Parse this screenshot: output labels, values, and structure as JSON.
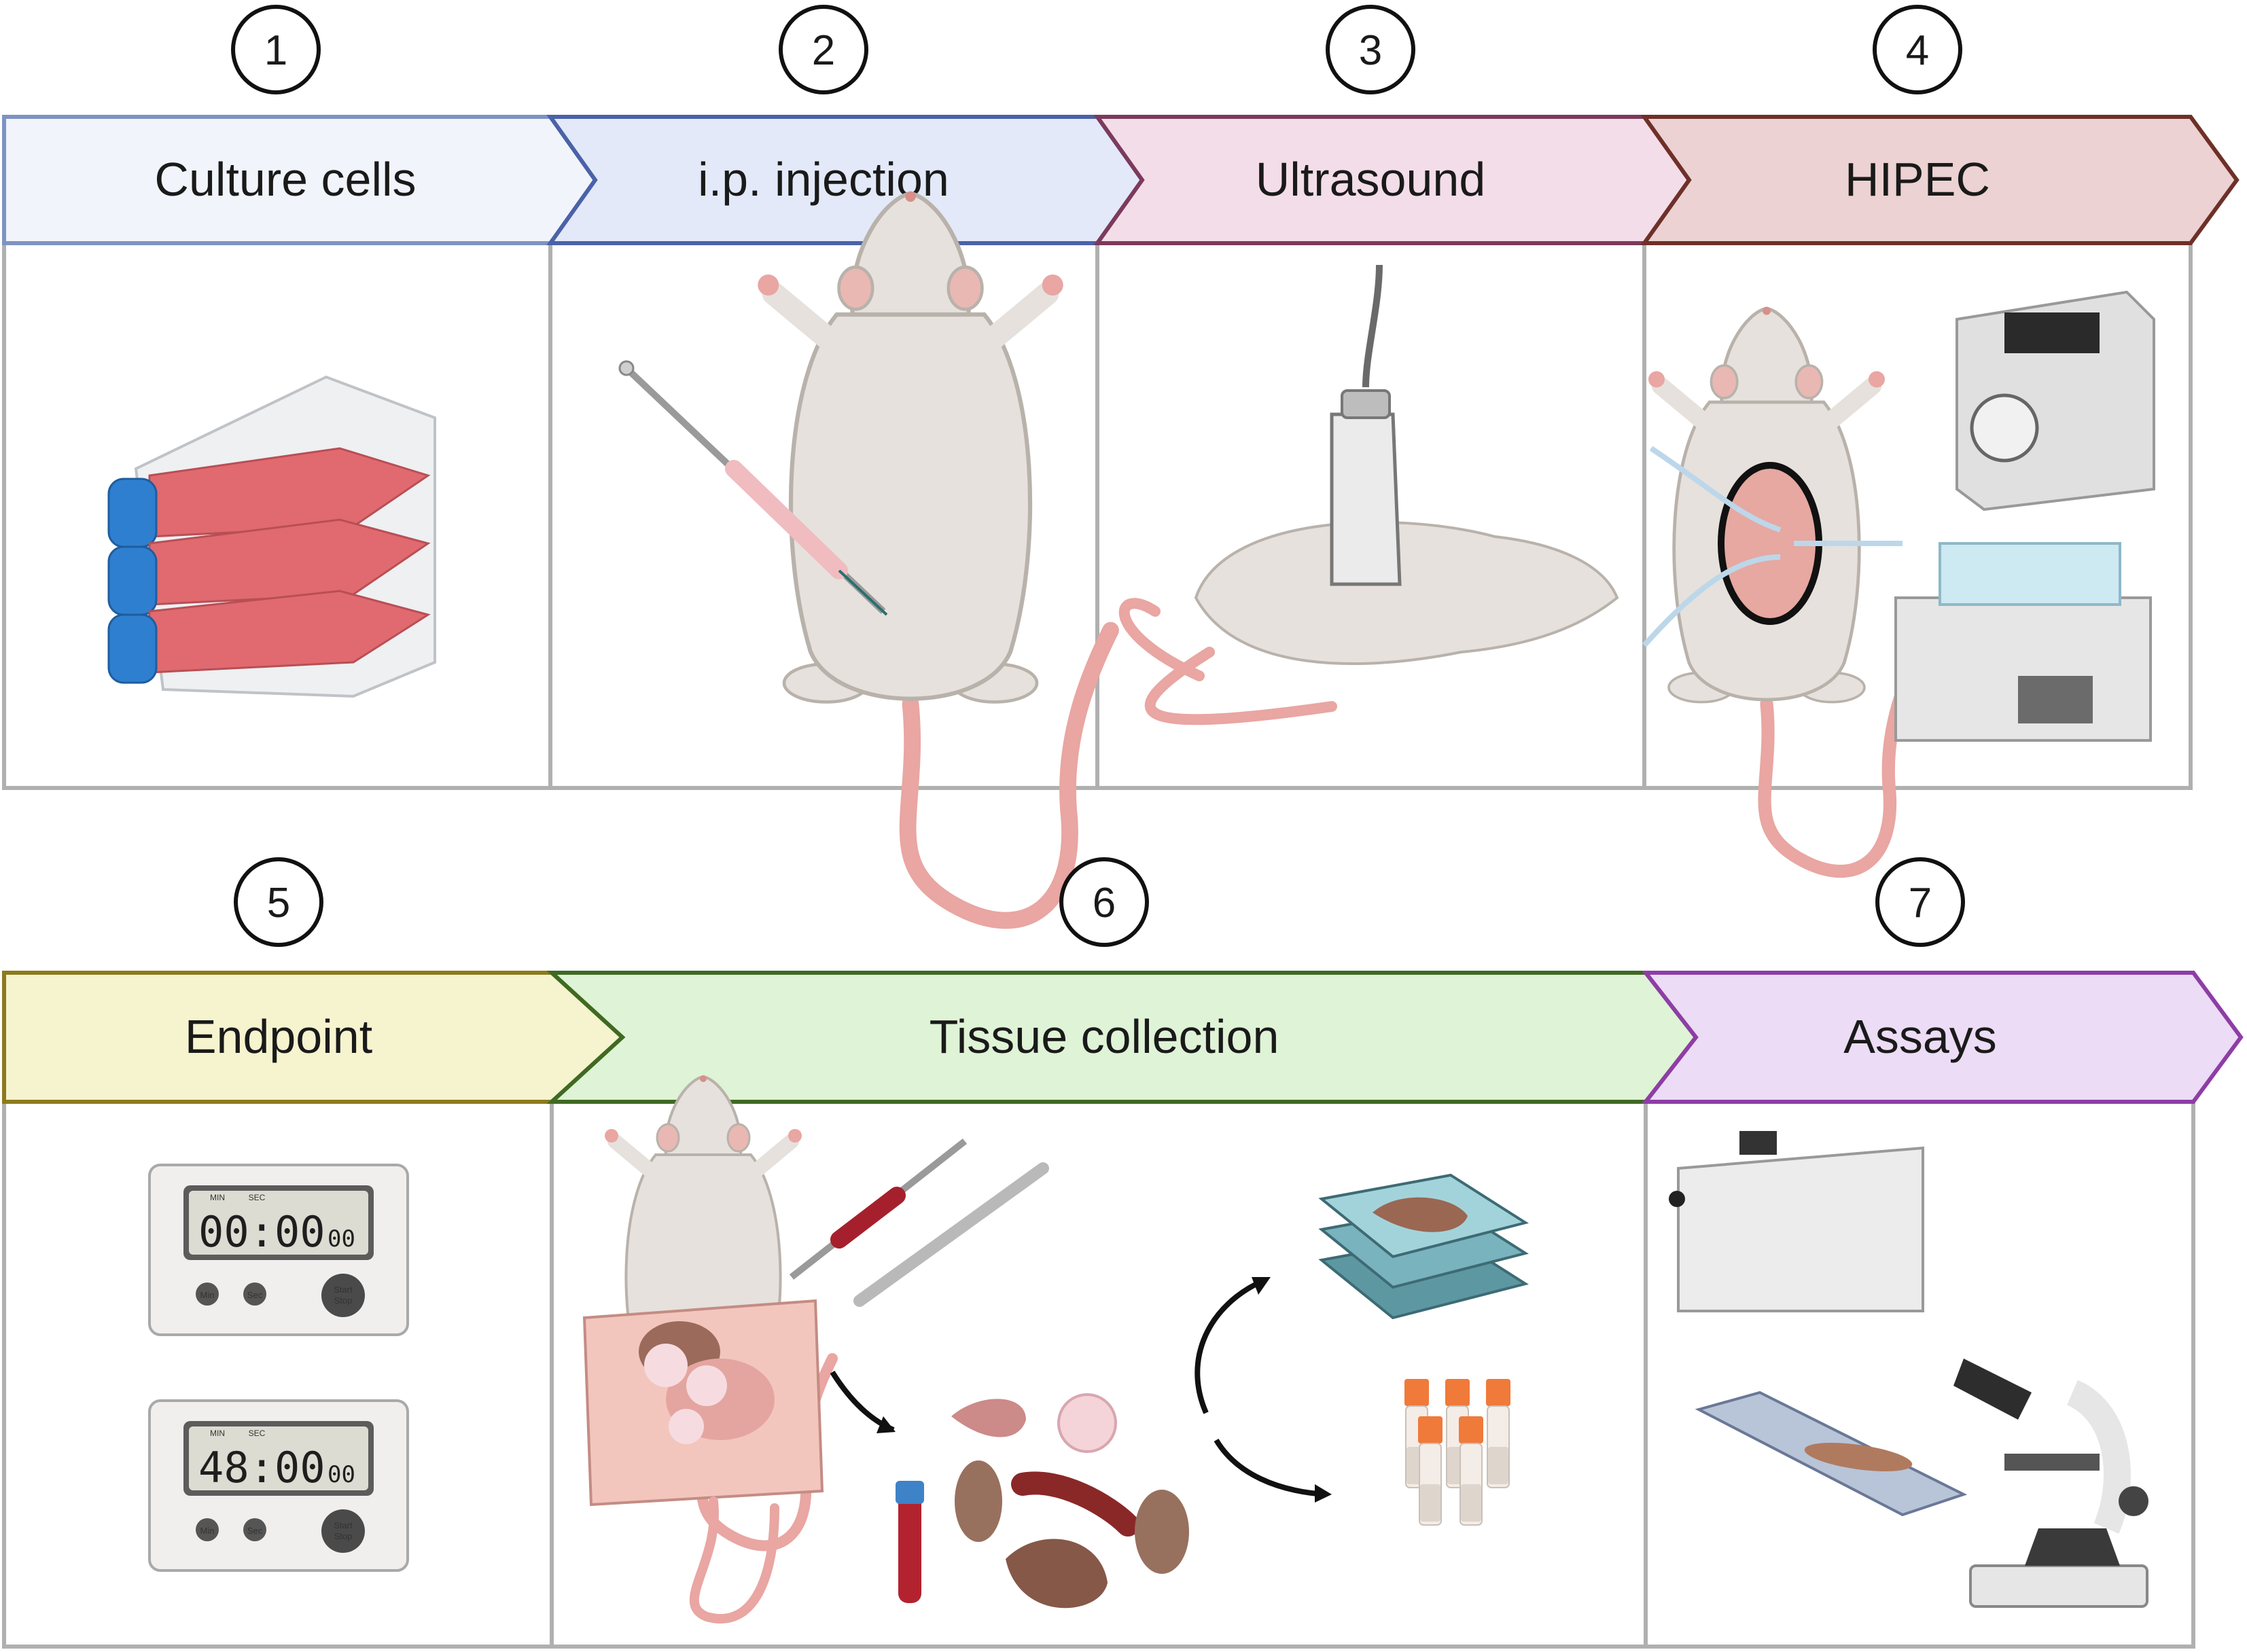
{
  "stages": [
    {
      "number": "1",
      "label": "Culture cells"
    },
    {
      "number": "2",
      "label": "i.p. injection"
    },
    {
      "number": "3",
      "label": "Ultrasound"
    },
    {
      "number": "4",
      "label": "HIPEC"
    },
    {
      "number": "5",
      "label": "Endpoint"
    },
    {
      "number": "6",
      "label": "Tissue collection"
    },
    {
      "number": "7",
      "label": "Assays"
    }
  ],
  "timers": [
    {
      "min_label": "MIN",
      "sec_label": "SEC",
      "display": "00:00",
      "hundredths": "00",
      "btn_min": "Min",
      "btn_sec": "Sec",
      "btn_start": "Start",
      "btn_stop": "Stop"
    },
    {
      "min_label": "MIN",
      "sec_label": "SEC",
      "display": "48:00",
      "hundredths": "00",
      "btn_min": "Min",
      "btn_sec": "Sec",
      "btn_start": "Start",
      "btn_stop": "Stop"
    }
  ],
  "colors": {
    "stage1": {
      "fill": "#f1f4fa",
      "stroke": "#7d93c3"
    },
    "stage2": {
      "fill": "#e3e9f8",
      "stroke": "#4a62a8"
    },
    "stage3": {
      "fill": "#f3dde8",
      "stroke": "#7c3a5c"
    },
    "stage4": {
      "fill": "#ecd2d2",
      "stroke": "#6e3028"
    },
    "stage5": {
      "fill": "#f6f3cf",
      "stroke": "#8c7b1e"
    },
    "stage6": {
      "fill": "#dff3d6",
      "stroke": "#3f6a22"
    },
    "stage7": {
      "fill": "#ecdcf5",
      "stroke": "#8e3da6"
    },
    "panel_border": "#b0b0b0",
    "mouse_fur": "#e6e1dc",
    "mouse_pink": "#e9a6a2",
    "flask_red": "#e06a6f",
    "cap_blue": "#2f7fd0"
  }
}
